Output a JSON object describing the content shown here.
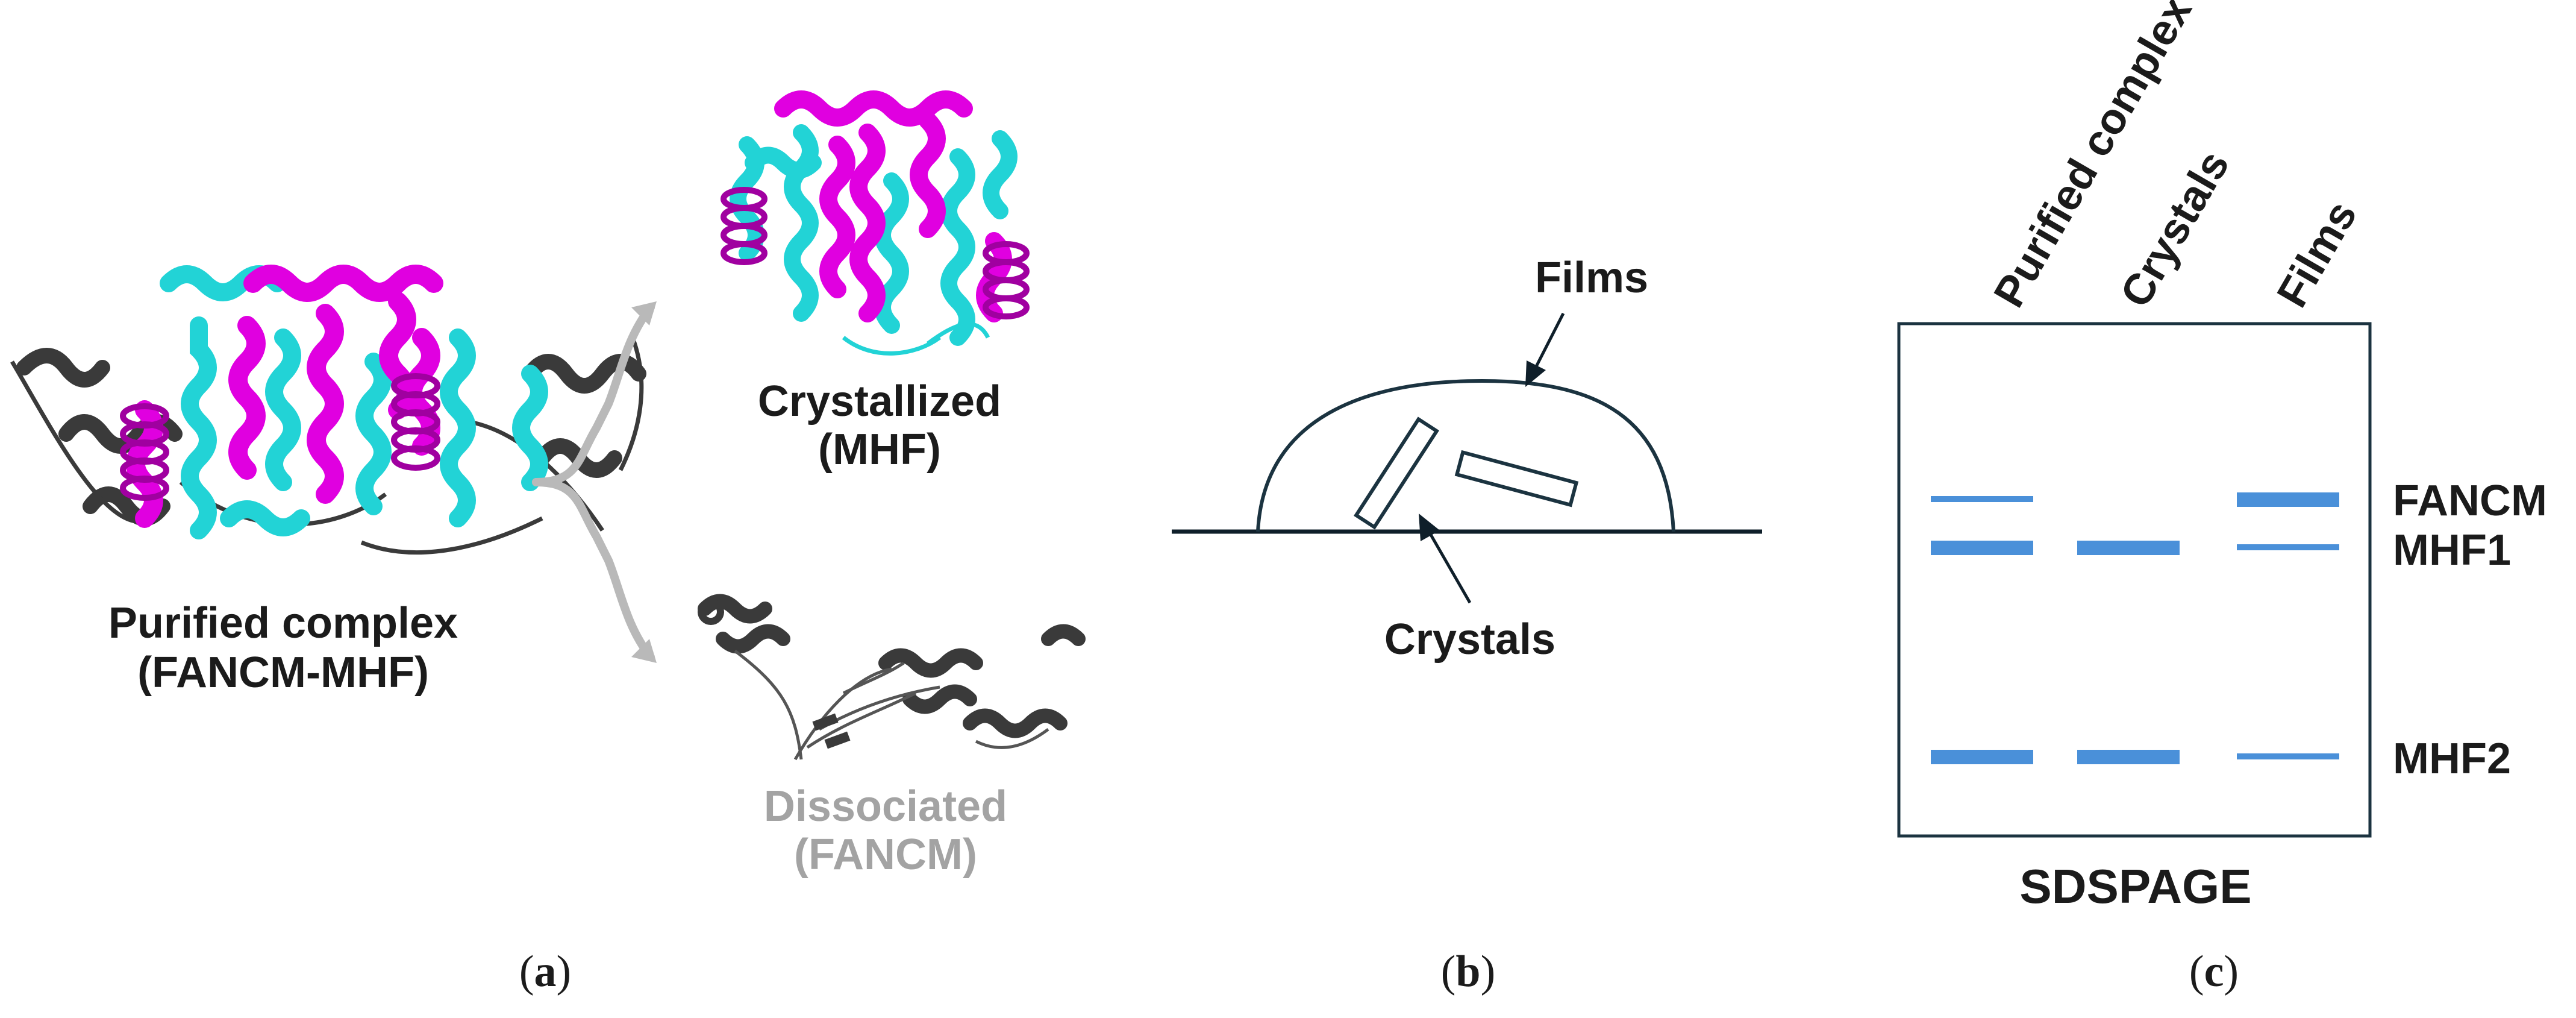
{
  "colors": {
    "cyan_helix": "#22d3d6",
    "magenta_helix": "#e000e0",
    "dark_helix": "#3a3a3a",
    "band_blue": "#4a90d9",
    "gel_border": "#1b3340",
    "arrow_grey": "#b9b9b9"
  },
  "panel_a": {
    "purified_label": "Purified complex",
    "purified_sub": "(FANCM-MHF)",
    "crystallized_label": "Crystallized",
    "crystallized_sub": "(MHF)",
    "dissociated_label": "Dissociated",
    "dissociated_sub": "(FANCM)",
    "caption_open": "(",
    "caption_letter": "a",
    "caption_close": ")"
  },
  "panel_b": {
    "films_label": "Films",
    "crystals_label": "Crystals",
    "caption_open": "(",
    "caption_letter": "b",
    "caption_close": ")"
  },
  "panel_c": {
    "lanes": [
      "Purified complex",
      "Crystals",
      "Films"
    ],
    "band_labels": [
      "FANCM",
      "MHF1",
      "MHF2"
    ],
    "bands": {
      "purified_complex": {
        "FANCM": "thin",
        "MHF1": "thick",
        "MHF2": "thick"
      },
      "crystals": {
        "FANCM": "none",
        "MHF1": "thick",
        "MHF2": "thick"
      },
      "films": {
        "FANCM": "thick",
        "MHF1": "thin",
        "MHF2": "thin"
      }
    },
    "gel_title": "SDSPAGE",
    "caption_open": "(",
    "caption_letter": "c",
    "caption_close": ")"
  }
}
